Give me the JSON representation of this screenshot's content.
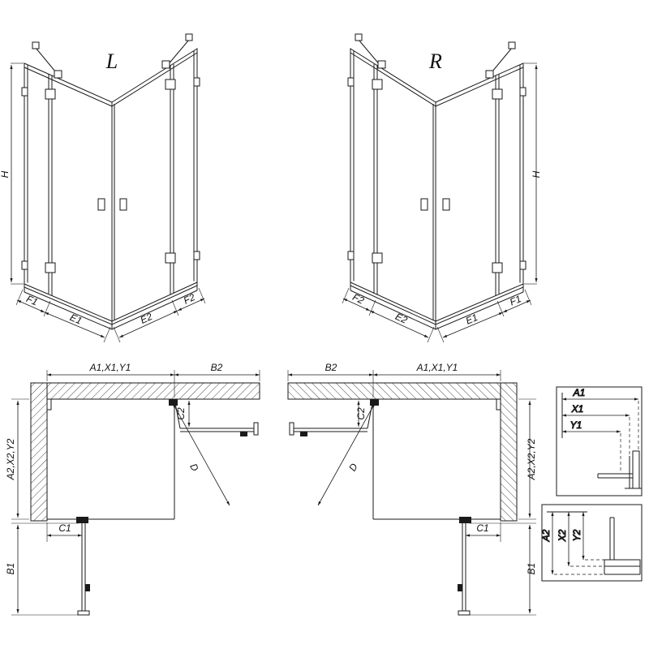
{
  "sheet": {
    "line_color": "#1a1a1a",
    "background": "#ffffff"
  },
  "front_views": {
    "left": {
      "variant_label": "L",
      "height_dim": "H",
      "bottom_dims": [
        "F1",
        "E1",
        "E2",
        "F2"
      ]
    },
    "right": {
      "variant_label": "R",
      "height_dim": "H",
      "bottom_dims": [
        "F2",
        "E2",
        "E1",
        "F1"
      ]
    }
  },
  "plan_views": {
    "left": {
      "top_dims": [
        "A1,X1,Y1",
        "B2"
      ],
      "side_dim": "A2,X2,Y2",
      "door_offset_bottom": "C1",
      "door_offset_side": "C2",
      "door_length_bottom": "B1",
      "diagonal_dim": "D"
    },
    "right": {
      "top_dims": [
        "B2",
        "A1,X1,Y1"
      ],
      "side_dim": "A2,X2,Y2",
      "door_offset_bottom": "C1",
      "door_offset_side": "C2",
      "door_length_bottom": "B1",
      "diagonal_dim": "D"
    }
  },
  "details": {
    "horizontal_section": {
      "dims": [
        "A1",
        "X1",
        "Y1"
      ]
    },
    "vertical_section": {
      "dims": [
        "A2",
        "X2",
        "Y2"
      ]
    }
  }
}
